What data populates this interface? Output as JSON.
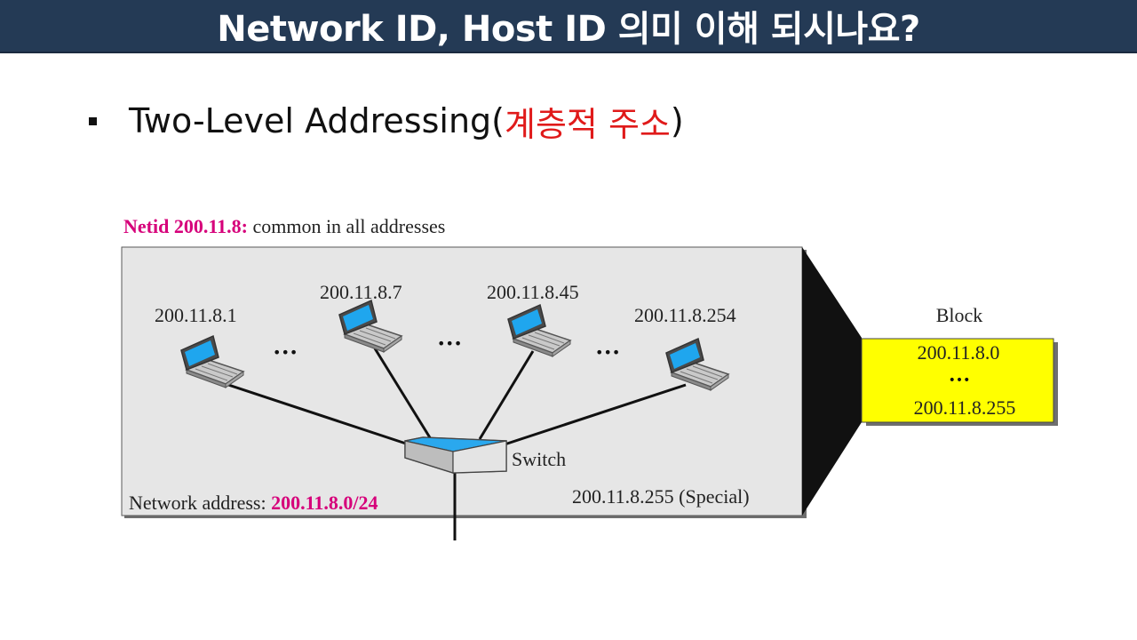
{
  "slide": {
    "title": "Network ID, Host ID 의미 이해 되시나요?",
    "bullet": {
      "main_text": "Two-Level Addressing",
      "open_paren": "(",
      "highlight_text": "계층적 주소",
      "close_paren": ")"
    }
  },
  "diagram": {
    "netid_label": "Netid 200.11.8:",
    "netid_caption": "common in all addresses",
    "hosts": [
      {
        "ip": "200.11.8.1"
      },
      {
        "ip": "200.11.8.7"
      },
      {
        "ip": "200.11.8.45"
      },
      {
        "ip": "200.11.8.254"
      }
    ],
    "ellipsis": "•••",
    "switch_label": "Switch",
    "network_address_label": "Network address:",
    "network_address_value": "200.11.8.0/24",
    "special_address": "200.11.8.255 (Special)",
    "block": {
      "title": "Block",
      "first": "200.11.8.0",
      "dots": "•••",
      "last": "200.11.8.255"
    },
    "colors": {
      "panel_bg": "#e6e6e6",
      "magenta": "#d6007a",
      "block_fill": "#ffff00",
      "screen_blue": "#1fa6ee",
      "switch_top": "#2aa8ee"
    }
  }
}
